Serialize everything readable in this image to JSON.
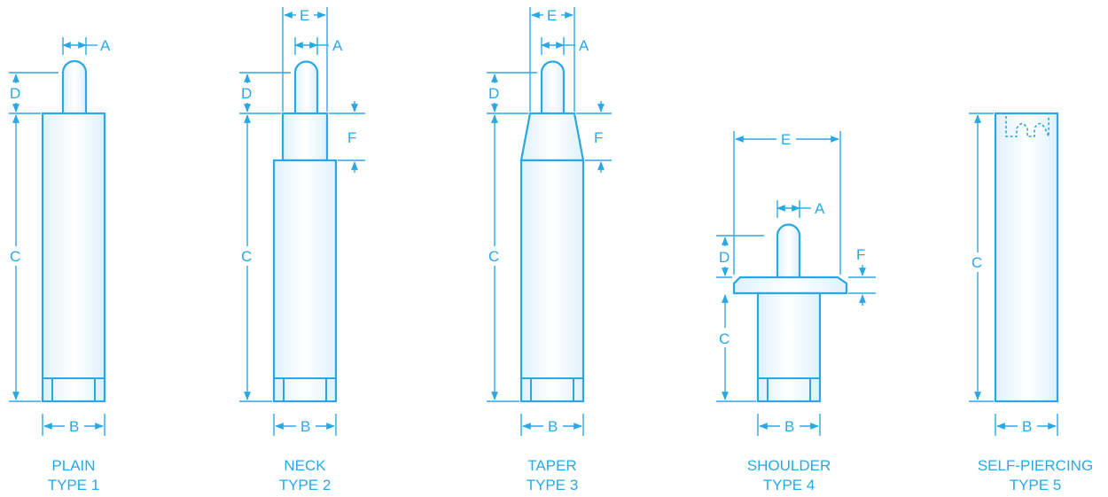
{
  "labels": {
    "a": "A",
    "b": "B",
    "c": "C",
    "d": "D",
    "e": "E",
    "f": "F"
  },
  "captions": [
    {
      "name": "PLAIN",
      "type": "TYPE 1"
    },
    {
      "name": "NECK",
      "type": "TYPE 2"
    },
    {
      "name": "TAPER",
      "type": "TYPE 3"
    },
    {
      "name": "SHOULDER",
      "type": "TYPE 4"
    },
    {
      "name": "SELF-PIERCING",
      "type": "TYPE 5"
    }
  ],
  "colors": {
    "line": "#2aa8e6",
    "glow": "#cfeaf9"
  }
}
